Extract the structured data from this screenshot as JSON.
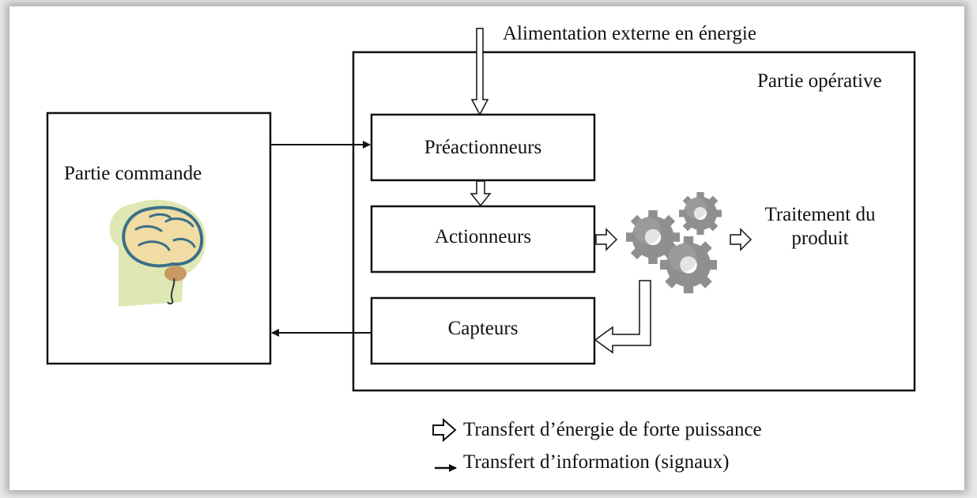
{
  "diagram": {
    "energy_input_label": "Alimentation externe en énergie",
    "operative_part_label": "Partie opérative",
    "control_part_label": "Partie commande",
    "preactuators_label": "Préactionneurs",
    "actuators_label": "Actionneurs",
    "sensors_label": "Capteurs",
    "product_processing_label": "Traitement du produit"
  },
  "legend": {
    "power_transfer_label": "Transfert d’énergie de forte puissance",
    "information_transfer_label": "Transfert d’information (signaux)"
  },
  "icons": {
    "control_icon": "brain-head-icon",
    "process_icon": "gears-icon"
  },
  "colors": {
    "line": "#111111",
    "gear": "#8f8f8f",
    "head": "#dfe8b4",
    "brain": "#f1dca4"
  }
}
